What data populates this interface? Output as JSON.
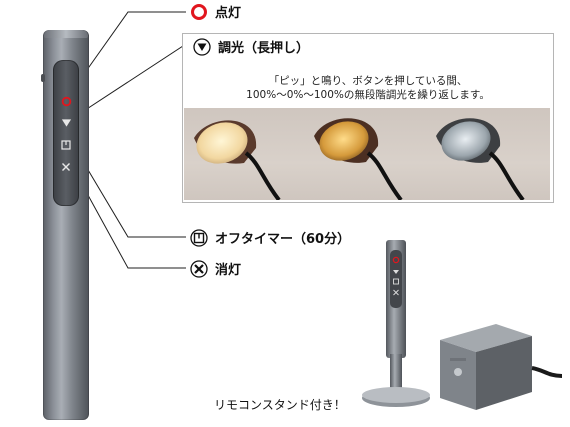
{
  "callouts": {
    "power": {
      "label": "点灯",
      "icon": "circle-icon"
    },
    "dim": {
      "label": "調光（長押し）",
      "icon": "triangle-down-icon",
      "description_line1": "「ピッ」と鳴り、ボタンを押している間、",
      "description_line2": "100%〜0%〜100%の無段階調光を繰り返します。"
    },
    "off_timer": {
      "label": "オフタイマー（60分）",
      "icon": "timer-square-icon"
    },
    "off": {
      "label": "消灯",
      "icon": "x-circle-icon"
    }
  },
  "stand_note": "リモコンスタンド付き！",
  "colors": {
    "accent_red": "#e1161e",
    "line": "#222222",
    "remote_body": "#8a8f97"
  }
}
